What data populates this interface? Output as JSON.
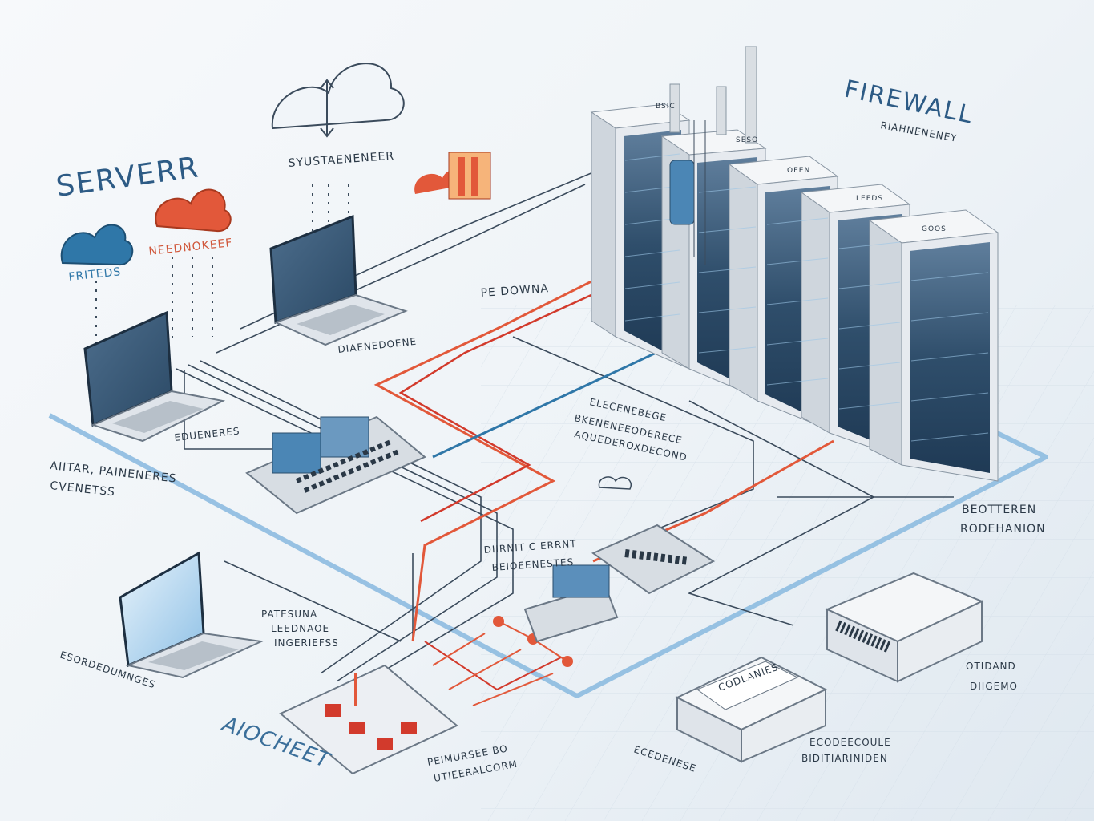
{
  "titles": {
    "server": "SERVERR",
    "firewall": "FIREWALL",
    "firewall_sub": "RIAHNENENEY",
    "bottom": "AIOCHEET"
  },
  "labels": {
    "cloud_blue": "FRITEDS",
    "cloud_orange": "NEEDNOKEEF",
    "cloud_top": "SYUSTAENENEER",
    "server_mid": "PE DOWNA",
    "laptop_top": "DIAENEDOENE",
    "laptop_left": "EDUENERES",
    "left_block": [
      "AIITAR, PAINENERES",
      "CVENETSS"
    ],
    "center_block": [
      "ELECENEBEGE",
      "BKENENEEODERECE",
      "AQUEDEROXDECOND"
    ],
    "mid_block": [
      "DIIRNIT C ERRNT",
      "BEIOEENESTES"
    ],
    "laptop_bottom": [
      "PATESUNA",
      "LEEDNAOE",
      "INGERIEFSS"
    ],
    "left_bottom": "ESORDEDUMNGES",
    "bottom_mid": [
      "PEIMURSEE BO",
      "UTIEERALCORM"
    ],
    "right_block": [
      "BEOTTEREN",
      "RODEHANION"
    ],
    "device_label": "CODLANIES",
    "device_right": [
      "OTIDAND",
      "DIIGEMO"
    ],
    "bottom_right": [
      "ECODEECOULE",
      "BIDITIARINIDEN"
    ],
    "device_bottom": "ECEDENESE"
  },
  "server_racks": [
    "BSIC",
    "SESO",
    "OEEN",
    "LEEDS",
    "GOOS"
  ],
  "colors": {
    "accent_blue": "#2f77a8",
    "accent_orange": "#e2583a",
    "accent_red": "#d23a2c",
    "floor_line": "#7fb0d8",
    "rack_body": "#e6eaef",
    "screen_dark": "#3a5874"
  }
}
